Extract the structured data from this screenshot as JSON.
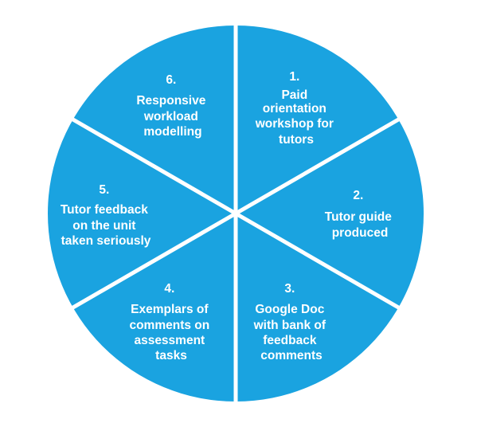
{
  "wheel": {
    "fill_color": "#1aa3e0",
    "divider_color": "#ffffff",
    "segments": [
      {
        "number": "1.",
        "lines": [
          "Paid",
          "orientation",
          "workshop for",
          "tutors"
        ]
      },
      {
        "number": "2.",
        "lines": [
          "Tutor guide",
          "produced"
        ]
      },
      {
        "number": "3.",
        "lines": [
          "Google Doc",
          "with bank of",
          "feedback",
          "comments"
        ]
      },
      {
        "number": "4.",
        "lines": [
          "Exemplars of",
          "comments on",
          "assessment",
          "tasks"
        ]
      },
      {
        "number": "5.",
        "lines": [
          "Tutor feedback",
          "on the unit",
          "taken seriously"
        ]
      },
      {
        "number": "6.",
        "lines": [
          "Responsive",
          "workload",
          "modelling"
        ]
      }
    ]
  }
}
